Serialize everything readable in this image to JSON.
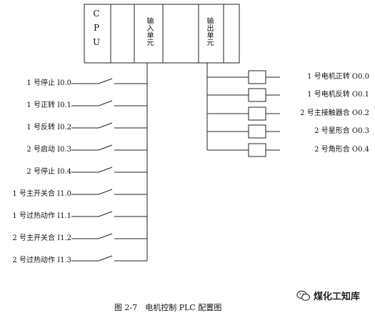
{
  "plc": {
    "cpu_label": "CPU",
    "input_unit_label": "输入单元",
    "output_unit_label": "输出单元"
  },
  "inputs": [
    {
      "label": "1 号停止 I0.0"
    },
    {
      "label": "1 号正转 I0.1"
    },
    {
      "label": "1 号反转 I0.2"
    },
    {
      "label": "2 号启动 I0.3"
    },
    {
      "label": "2 号停止 I0.4"
    },
    {
      "label": "1 号主开关合 I1.0"
    },
    {
      "label": "1 号过热动作 I1.1"
    },
    {
      "label": "2 号主开关合 I1.2"
    },
    {
      "label": "2 号过热动作 I1.3"
    }
  ],
  "outputs": [
    {
      "label": "1 号电机正转 O0.0"
    },
    {
      "label": "1 号电机反转 O0.1"
    },
    {
      "label": "2 号主接触器合 O0.2"
    },
    {
      "label": "2 号星形合 O0.3"
    },
    {
      "label": "2 号角形合 O0.4"
    }
  ],
  "caption": "图 2-7　电机控制 PLC 配置图",
  "watermark": {
    "text": "煤化工知库",
    "icon": "wechat-icon"
  }
}
